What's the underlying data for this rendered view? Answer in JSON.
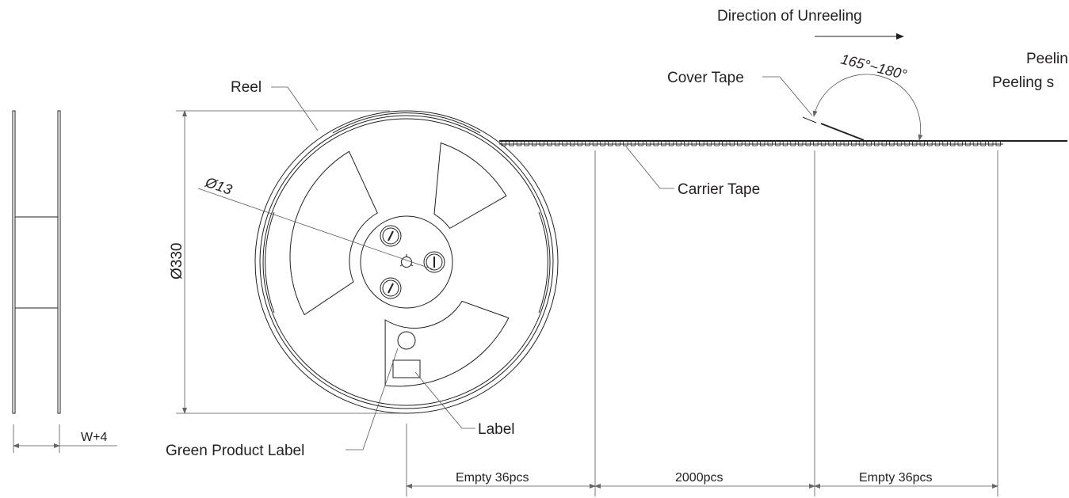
{
  "labels": {
    "direction": "Direction of Unreeling",
    "peeling_1": "Peelin",
    "peeling_2": "Peeling s",
    "cover_tape": "Cover Tape",
    "angle_a": "165°",
    "angle_sep": "~",
    "angle_b": "180",
    "angle_deg": "°",
    "reel": "Reel",
    "hub_dia": "Ø13",
    "reel_dia": "Ø330",
    "carrier_tape": "Carrier Tape",
    "label": "Label",
    "green_label": "Green Product Label",
    "width": "W+4",
    "seg_lead": "Empty 36pcs",
    "seg_parts": "2000pcs",
    "seg_trail": "Empty 36pcs"
  }
}
